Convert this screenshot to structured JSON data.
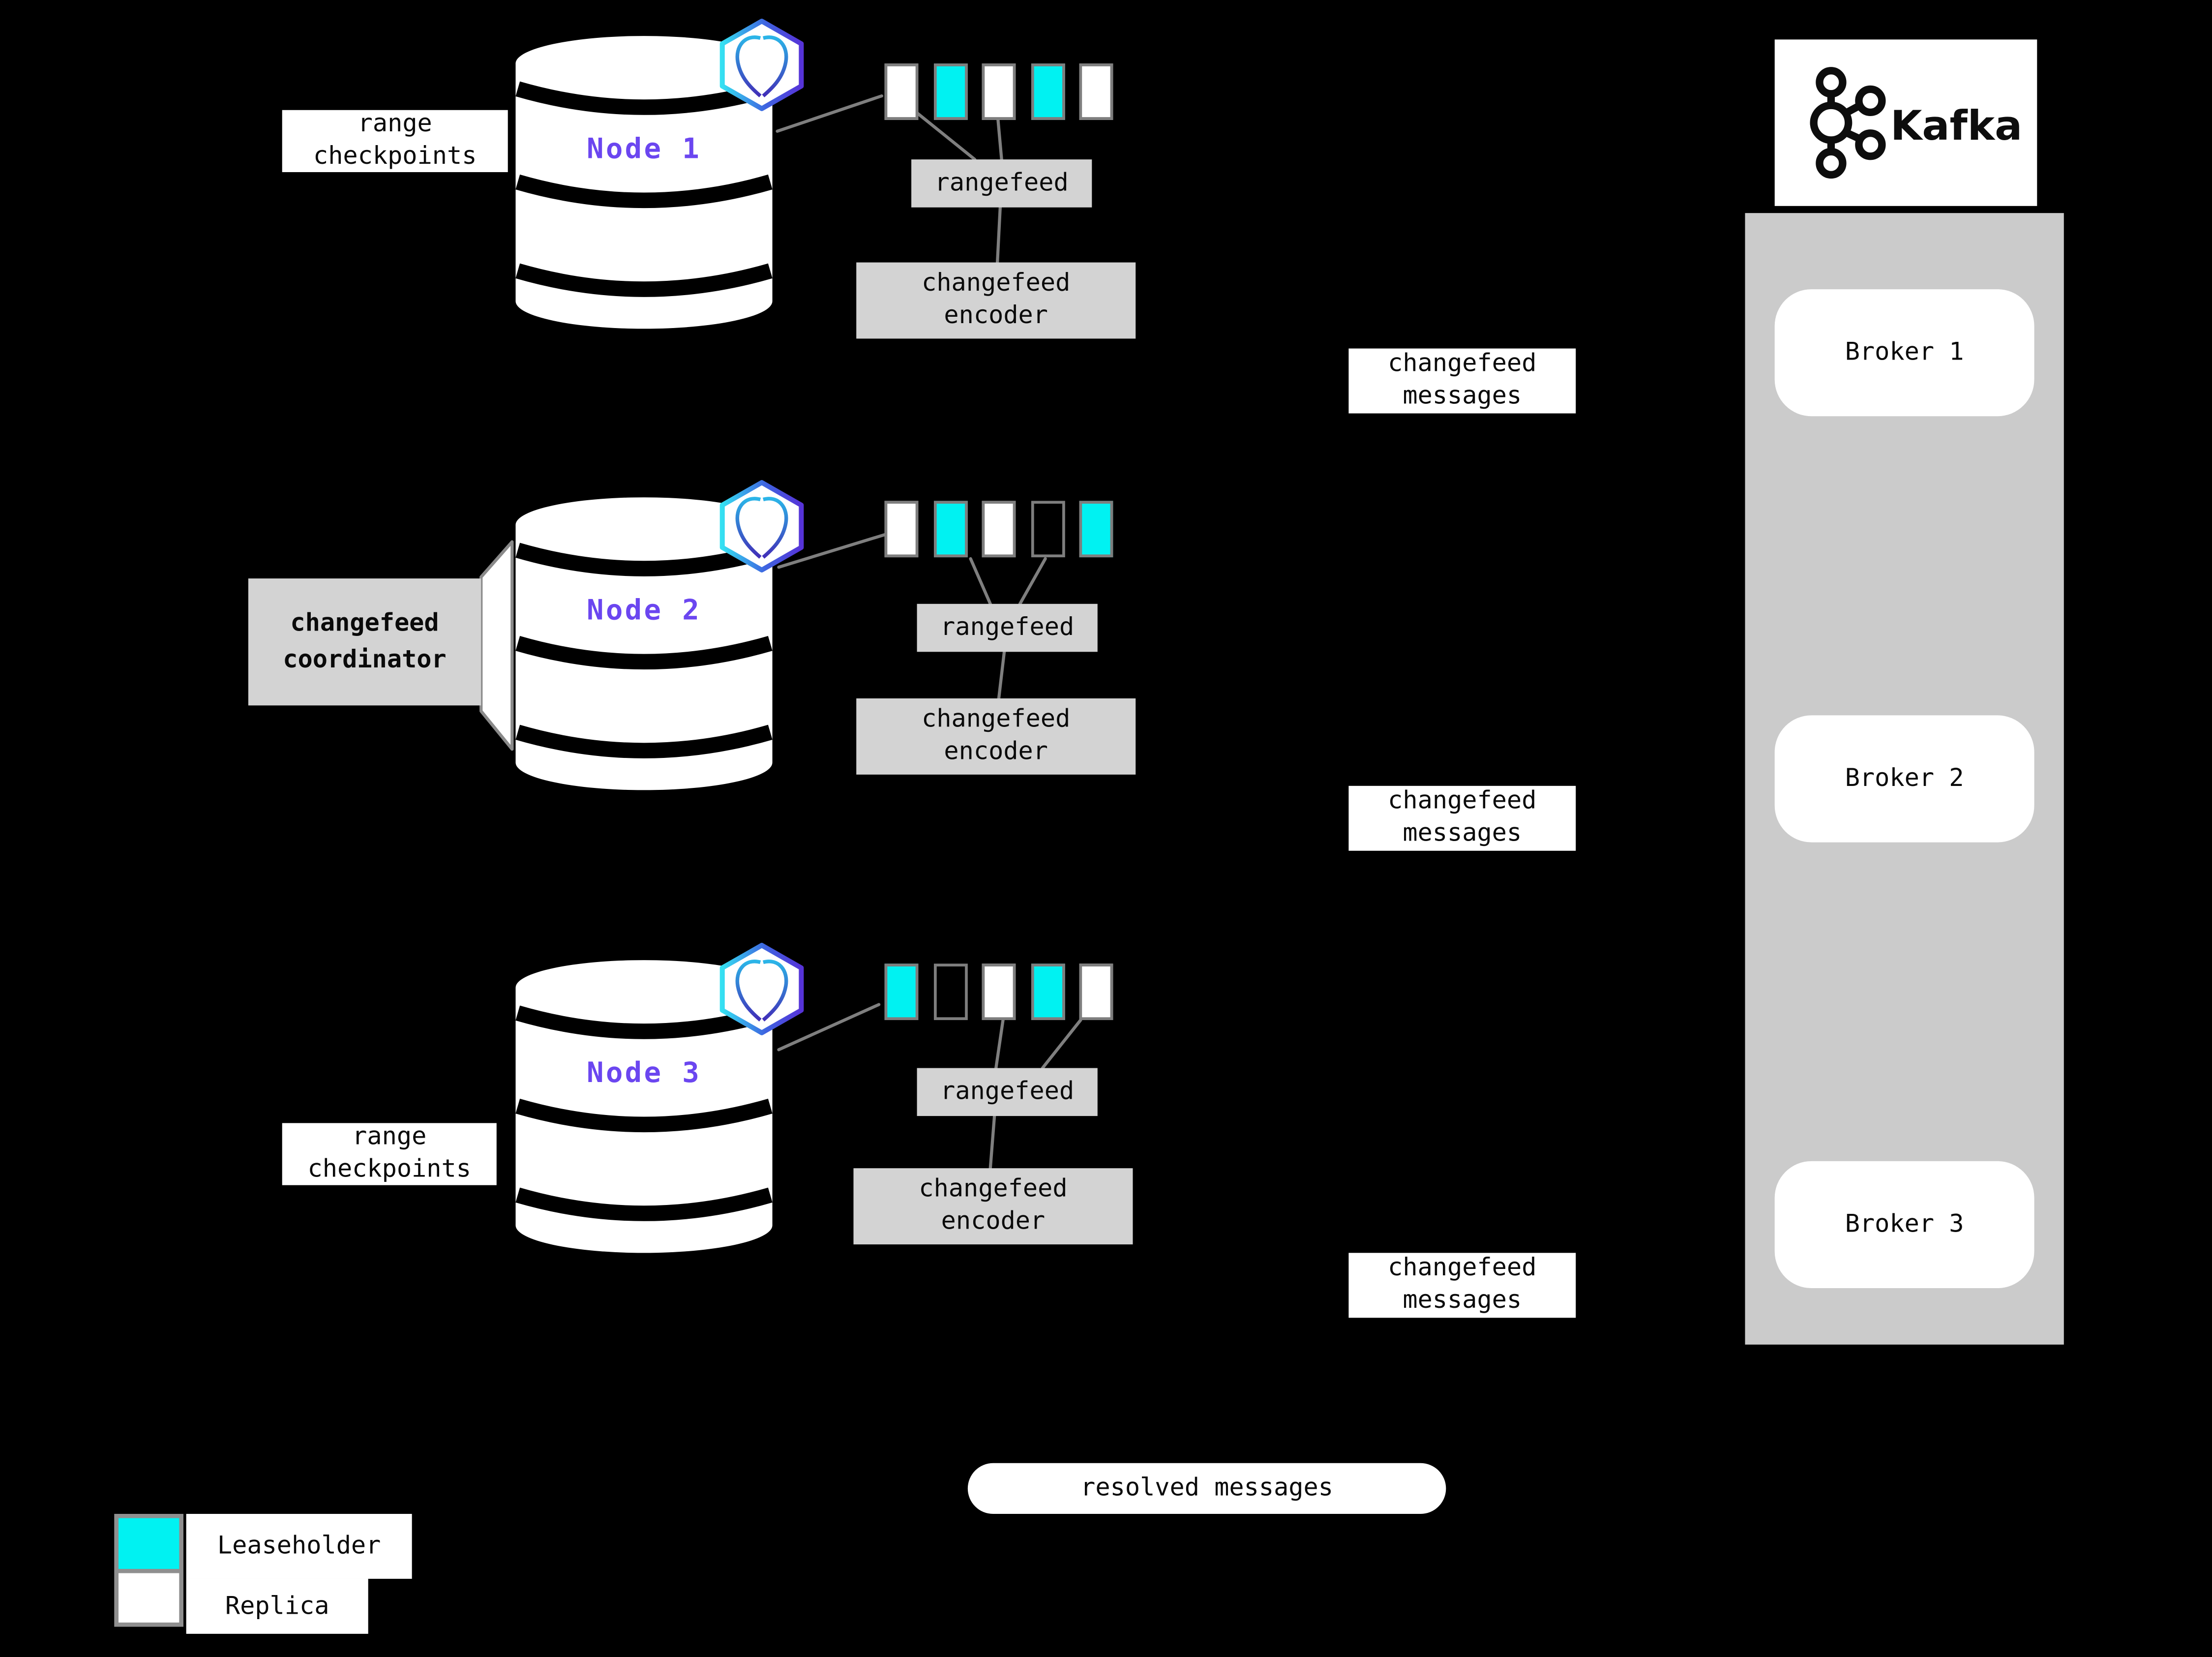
{
  "nodes": [
    {
      "label": "Node 1",
      "ranges": [
        "replica",
        "leaseholder",
        "replica",
        "leaseholder",
        "replica"
      ],
      "checkpoint_label": {
        "l1": "range",
        "l2": "checkpoints"
      }
    },
    {
      "label": "Node 2",
      "ranges": [
        "replica",
        "leaseholder",
        "replica",
        "empty",
        "leaseholder"
      ],
      "coordinator": {
        "l1": "changefeed",
        "l2": "coordinator"
      }
    },
    {
      "label": "Node 3",
      "ranges": [
        "leaseholder",
        "empty",
        "replica",
        "leaseholder",
        "replica"
      ],
      "checkpoint_label": {
        "l1": "range",
        "l2": "checkpoints"
      }
    }
  ],
  "labels": {
    "rangefeed": "rangefeed",
    "encoder": {
      "l1": "changefeed",
      "l2": "encoder"
    },
    "messages": {
      "l1": "changefeed",
      "l2": "messages"
    },
    "resolved": "resolved messages"
  },
  "kafka": {
    "logo_text": "Kafka",
    "brokers": [
      "Broker 1",
      "Broker 2",
      "Broker 3"
    ]
  },
  "legend": [
    {
      "type": "leaseholder",
      "label": "Leaseholder"
    },
    {
      "type": "replica",
      "label": "Replica"
    }
  ],
  "colors": {
    "leaseholder": "#00F2F2",
    "replica": "#FFFFFF",
    "box_gray": "#D3D3D3",
    "container_gray": "#CBCBCB",
    "line_gray": "#7F7F7F",
    "node_text": "#6B46F0",
    "background": "#000000"
  }
}
